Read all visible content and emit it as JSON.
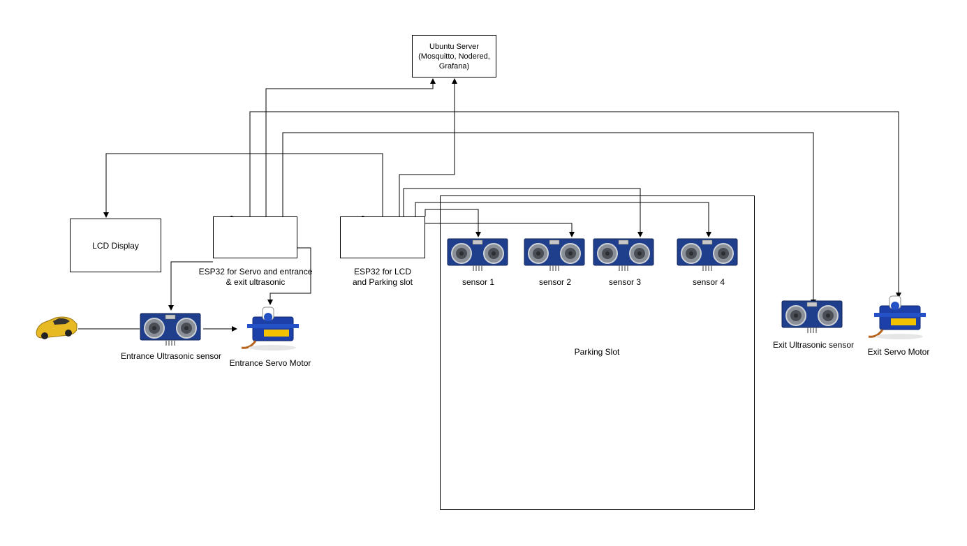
{
  "server": {
    "label": "Ubuntu Server\n(Mosquitto, Nodered,\nGrafana)"
  },
  "lcd": {
    "label": "LCD Display"
  },
  "esp32_servo": {
    "label": "ESP32 for Servo and entrance\n& exit ultrasonic"
  },
  "esp32_lcd": {
    "label": "ESP32 for LCD\nand Parking slot"
  },
  "parking": {
    "label": "Parking Slot"
  },
  "sensors": [
    {
      "label": "sensor 1"
    },
    {
      "label": "sensor 2"
    },
    {
      "label": "sensor 3"
    },
    {
      "label": "sensor 4"
    }
  ],
  "entrance_sensor": {
    "label": "Entrance Ultrasonic sensor"
  },
  "entrance_servo": {
    "label": "Entrance Servo Motor"
  },
  "exit_sensor": {
    "label": "Exit Ultrasonic sensor"
  },
  "exit_servo": {
    "label": "Exit Servo Motor"
  },
  "colors": {
    "line": "#000000",
    "sensor_board": "#1f3e8c",
    "sensor_eye": "#9aa0a6",
    "servo_body": "#1c3fa8",
    "servo_label": "#f2c200",
    "esp_board": "#1b1b1b",
    "car": "#e7b923"
  }
}
